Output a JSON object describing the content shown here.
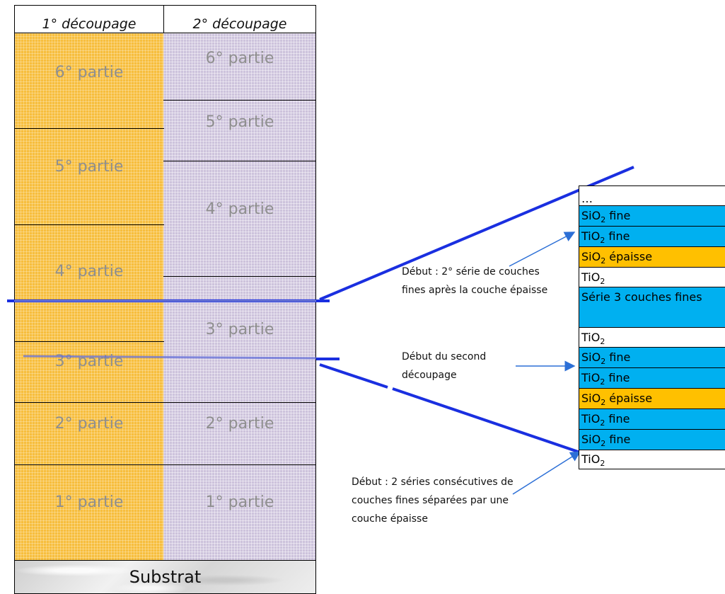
{
  "columns": {
    "col1_header": "1° découpage",
    "col2_header": "2° découpage",
    "col1_fill": "#f7be3d",
    "col2_fill": "#cdc3dc",
    "col1_parts": [
      "6° partie",
      "5° partie",
      "4° partie",
      "3° partie",
      "2° partie",
      "1° partie"
    ],
    "col2_parts": [
      "6° partie",
      "5° partie",
      "4° partie",
      "3° partie",
      "2° partie",
      "1° partie"
    ]
  },
  "substrat_label": "Substrat",
  "layers": [
    {
      "text": "…",
      "sub": "",
      "rest": "",
      "color": "white"
    },
    {
      "text": "SiO",
      "sub": "2",
      "rest": " fine",
      "color": "blue"
    },
    {
      "text": "TiO",
      "sub": "2",
      "rest": " fine",
      "color": "blue"
    },
    {
      "text": "SiO",
      "sub": "2",
      "rest": " épaisse",
      "color": "orange"
    },
    {
      "text": "TiO",
      "sub": "2",
      "rest": "",
      "color": "white"
    },
    {
      "text": "Série 3 couches fines",
      "sub": "",
      "rest": "",
      "color": "blue"
    },
    {
      "text": "TiO",
      "sub": "2",
      "rest": "",
      "color": "white"
    },
    {
      "text": "SiO",
      "sub": "2",
      "rest": " fine",
      "color": "blue"
    },
    {
      "text": "TiO",
      "sub": "2",
      "rest": " fine",
      "color": "blue"
    },
    {
      "text": "SiO",
      "sub": "2",
      "rest": " épaisse",
      "color": "orange"
    },
    {
      "text": "TiO",
      "sub": "2",
      "rest": " fine",
      "color": "blue"
    },
    {
      "text": "SiO",
      "sub": "2",
      "rest": " fine",
      "color": "blue"
    },
    {
      "text": "TiO",
      "sub": "2",
      "rest": "",
      "color": "white"
    }
  ],
  "annotations": {
    "top": "Début : 2° série de couches fines après la couche épaisse",
    "middle": "Début du second découpage",
    "bottom": "Début : 2 séries consécutives de couches fines séparées par une couche épaisse"
  },
  "colors": {
    "line_blue": "#1a2fe0",
    "arrow_blue": "#2c6fd6",
    "layer_blue": "#00b0f0",
    "layer_orange": "#ffc000"
  }
}
